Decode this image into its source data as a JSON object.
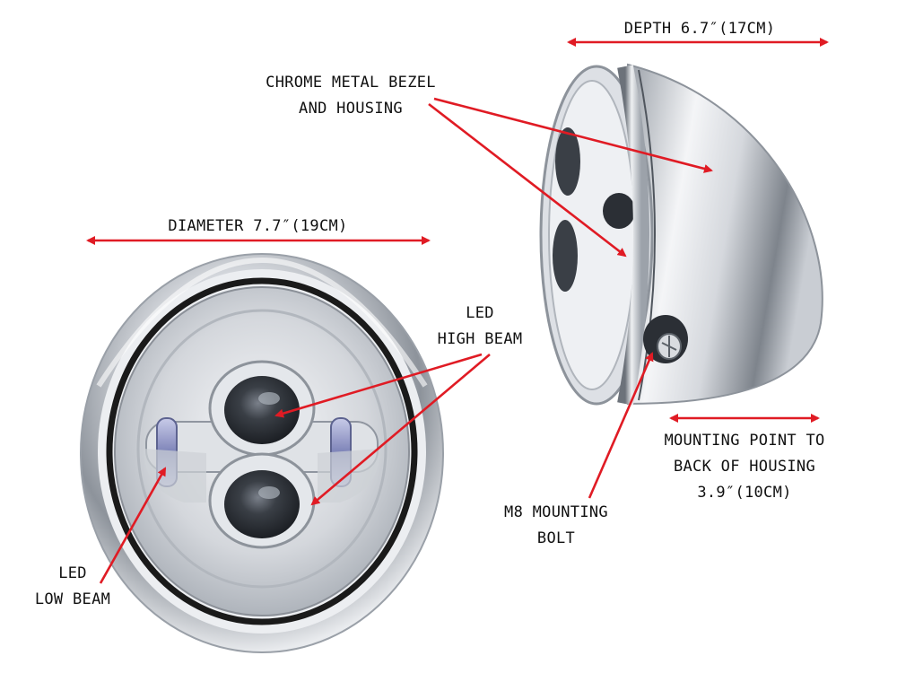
{
  "colors": {
    "arrow": "#e01b24",
    "chrome_light": "#f4f5f7",
    "chrome_mid": "#bfc4cc",
    "chrome_dark": "#4e545c",
    "gasket": "#1a1a1a",
    "lens_dark": "#2b2f35",
    "led_blue": "#7d83b8"
  },
  "labels": {
    "depth": "DEPTH 6.7″(17CM)",
    "bezel": [
      "CHROME METAL BEZEL",
      "AND HOUSING"
    ],
    "diameter": "DIAMETER 7.7″(19CM)",
    "high_beam": [
      "LED",
      "HIGH BEAM"
    ],
    "low_beam": [
      "LED",
      "LOW BEAM"
    ],
    "mounting_point": [
      "MOUNTING POINT TO",
      "BACK OF HOUSING",
      "3.9″(10CM)"
    ],
    "bolt": [
      "M8 MOUNTING",
      "BOLT"
    ]
  }
}
